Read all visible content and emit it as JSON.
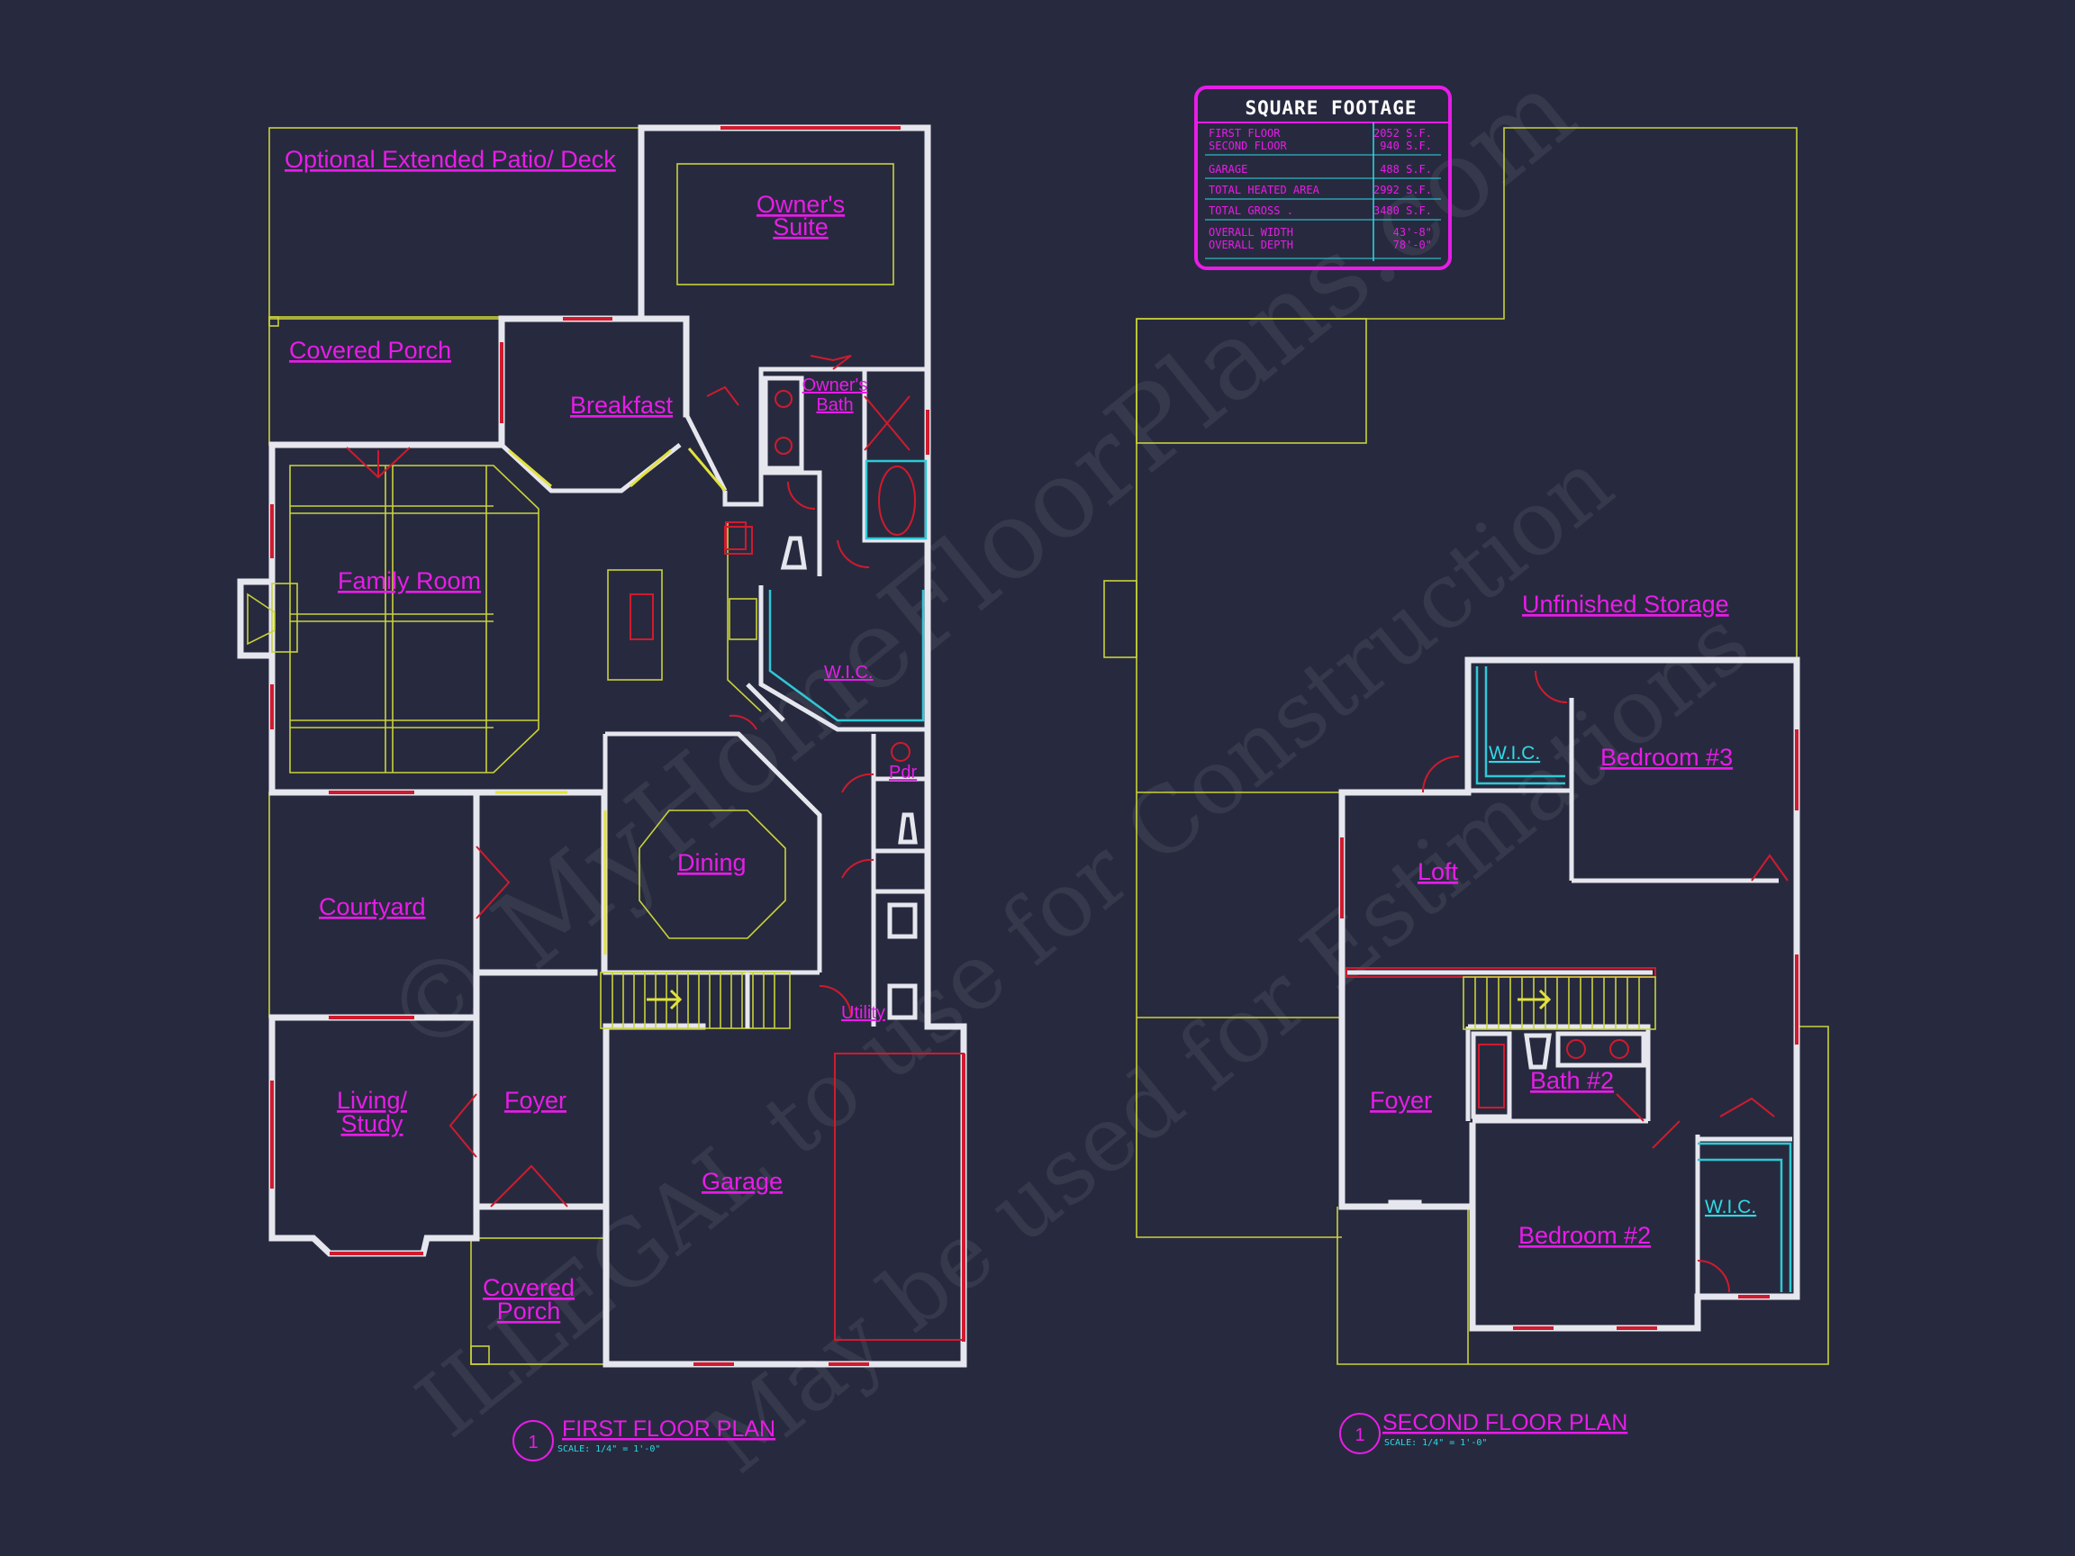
{
  "watermark": {
    "line1": "© MyHomeFloorPlans.com",
    "line2": "ILLEGAL to use for Construction",
    "line3": "May be used for Estimations"
  },
  "square_footage": {
    "title": "SQUARE FOOTAGE",
    "rows": [
      {
        "label": "FIRST FLOOR",
        "value": "2052 S.F."
      },
      {
        "label": "SECOND FLOOR",
        "value": "940 S.F."
      },
      {
        "label": "GARAGE",
        "value": "488 S.F."
      },
      {
        "label": "TOTAL HEATED AREA",
        "value": "2992 S.F."
      },
      {
        "label": "TOTAL GROSS .",
        "value": "3480 S.F."
      },
      {
        "label": "OVERALL WIDTH",
        "value": "43'-8\""
      },
      {
        "label": "OVERALL DEPTH",
        "value": "78'-0\""
      }
    ]
  },
  "first_floor": {
    "title": "FIRST FLOOR PLAN",
    "number": "1",
    "scale": "SCALE: 1/4\" = 1'-0\"",
    "rooms": {
      "patio": "Optional Extended Patio/ Deck",
      "owners_suite_1": "Owner's",
      "owners_suite_2": "Suite",
      "covered_porch_rear": "Covered Porch",
      "breakfast": "Breakfast",
      "owners_bath_1": "Owner's",
      "owners_bath_2": "Bath",
      "family_room": "Family Room",
      "wic": "W.I.C.",
      "pdr": "Pdr",
      "dining": "Dining",
      "courtyard": "Courtyard",
      "utility": "Utility",
      "living_1": "Living/",
      "living_2": "Study",
      "foyer": "Foyer",
      "garage": "Garage",
      "covered_porch_front_1": "Covered",
      "covered_porch_front_2": "Porch"
    }
  },
  "second_floor": {
    "title": "SECOND FLOOR PLAN",
    "number": "1",
    "scale": "SCALE: 1/4\" = 1'-0\"",
    "rooms": {
      "unfinished_storage": "Unfinished Storage",
      "wic_top": "W.I.C.",
      "bedroom3": "Bedroom #3",
      "loft": "Loft",
      "foyer": "Foyer",
      "bath2": "Bath #2",
      "bedroom2": "Bedroom #2",
      "wic_bottom": "W.I.C."
    }
  },
  "colors": {
    "background": "#272a3e",
    "label": "#e81ce8",
    "cyan": "#2fd9e6",
    "wall": "#e6e6ee",
    "outline": "#c8d23a",
    "window": "#d01a2e"
  }
}
